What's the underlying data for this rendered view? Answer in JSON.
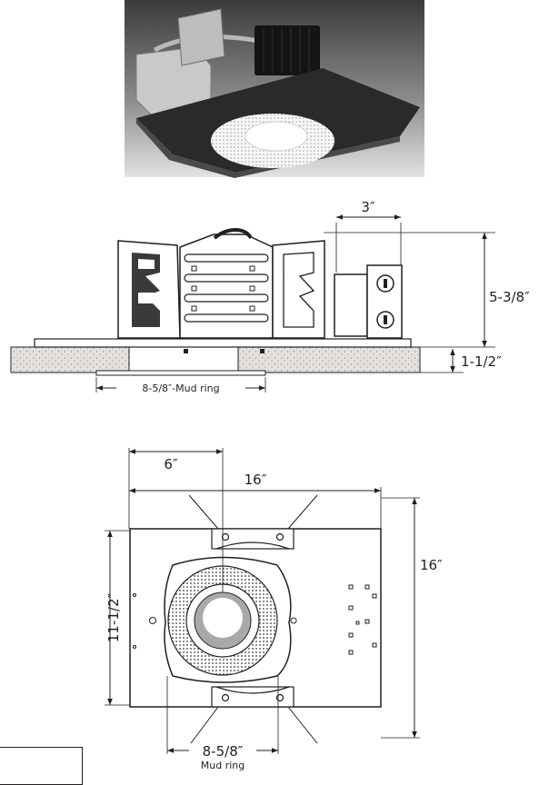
{
  "side_view": {
    "dim_junction_box_width": "3″",
    "dim_total_height": "5-3/8″",
    "dim_ceiling_thickness": "1-1/2″",
    "dim_mud_ring_label": "8-5/8″-Mud ring"
  },
  "plan_view": {
    "dim_center_offset": "6″",
    "dim_frame_width": "16″",
    "dim_frame_length": "16″",
    "dim_bar_spacing": "11-1/2″",
    "dim_mud_ring_size": "8-5/8″",
    "mud_ring_caption": "Mud ring"
  },
  "colors": {
    "line": "#231f20",
    "ceiling_fill": "#d6d4cf",
    "photo_bg_top": "#3a3a3a",
    "photo_bg_bottom": "#d9d9d9",
    "trim_white": "#f2f2f2",
    "aperture_grey": "#a9a9ab"
  }
}
